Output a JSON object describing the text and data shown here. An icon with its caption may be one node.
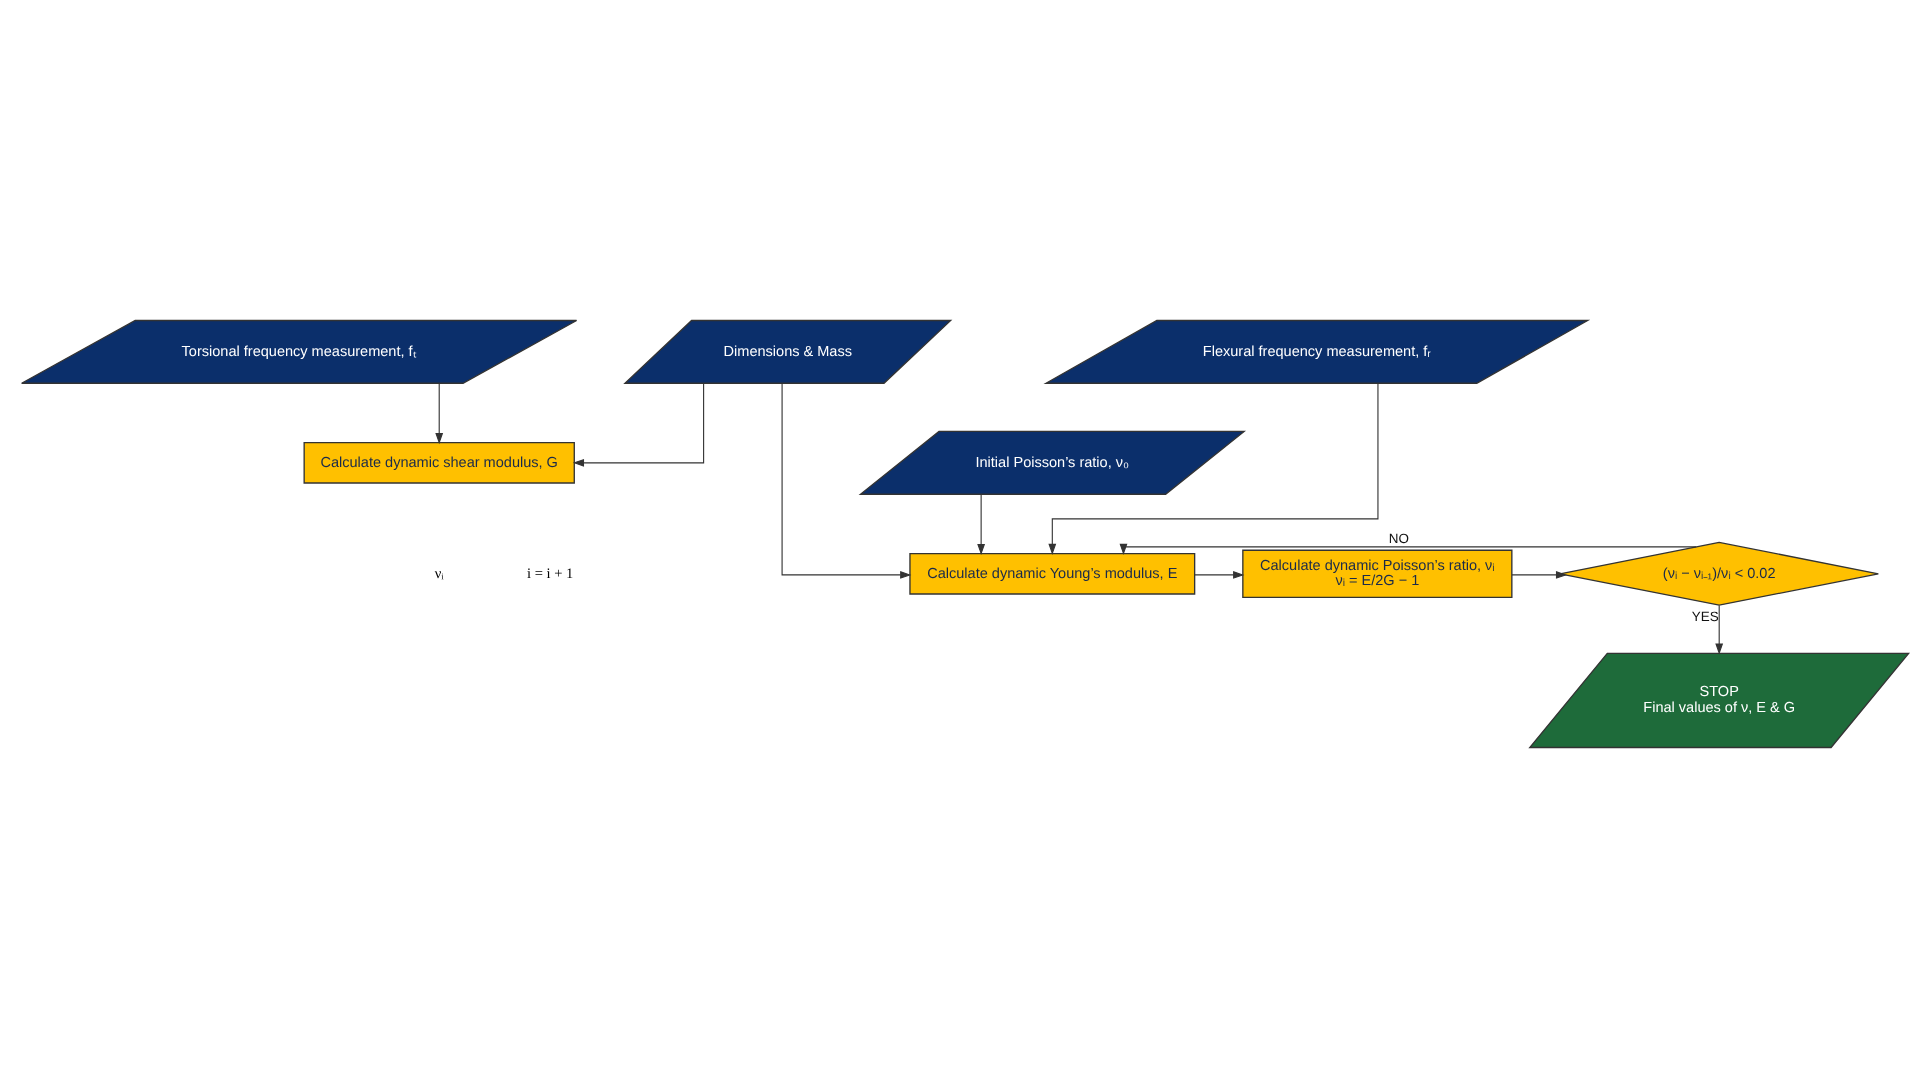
{
  "diagram": {
    "nodes": [
      {
        "text": [
          "Flexural frequency measurement, fᵣ"
        ]
      },
      {
        "text": [
          "Dimensions & Mass"
        ]
      },
      {
        "text": [
          "Torsional frequency measurement, fₜ"
        ]
      },
      {
        "text": [
          "Calculate dynamic shear modulus, G"
        ]
      },
      {
        "text": [
          "Initial Poisson’s ratio, ν₀"
        ]
      },
      {
        "text": [
          "Calculate dynamic Young’s modulus, E"
        ]
      },
      {
        "text": [
          "Calculate dynamic Poisson’s ratio, νᵢ",
          "νᵢ = E/2G − 1"
        ]
      },
      {
        "text": [
          "(νᵢ − νᵢ₋₁)/νᵢ < 0.02"
        ]
      },
      {
        "text": [
          "STOP",
          "Final values of ν, E & G"
        ]
      }
    ],
    "edges": [
      {
        "from": 1,
        "to": 3,
        "arrow": "to"
      },
      {
        "from": 2,
        "to": 3,
        "arrow": "to"
      },
      {
        "from": 0,
        "to": 5,
        "arrow": "to"
      },
      {
        "from": 1,
        "to": 5,
        "arrow": "to"
      },
      {
        "from": 4,
        "to": 5,
        "arrow": "to"
      },
      {
        "from": 5,
        "to": 6,
        "arrow": "to"
      },
      {
        "from": 6,
        "to": 7,
        "arrow": "to"
      },
      {
        "from": 7,
        "to": 5,
        "label": "NO",
        "arrow": "to"
      },
      {
        "from": 7,
        "to": 8,
        "label": "YES",
        "arrow": "to"
      }
    ],
    "labels": [
      "νᵢ",
      "i = i + 1"
    ]
  }
}
